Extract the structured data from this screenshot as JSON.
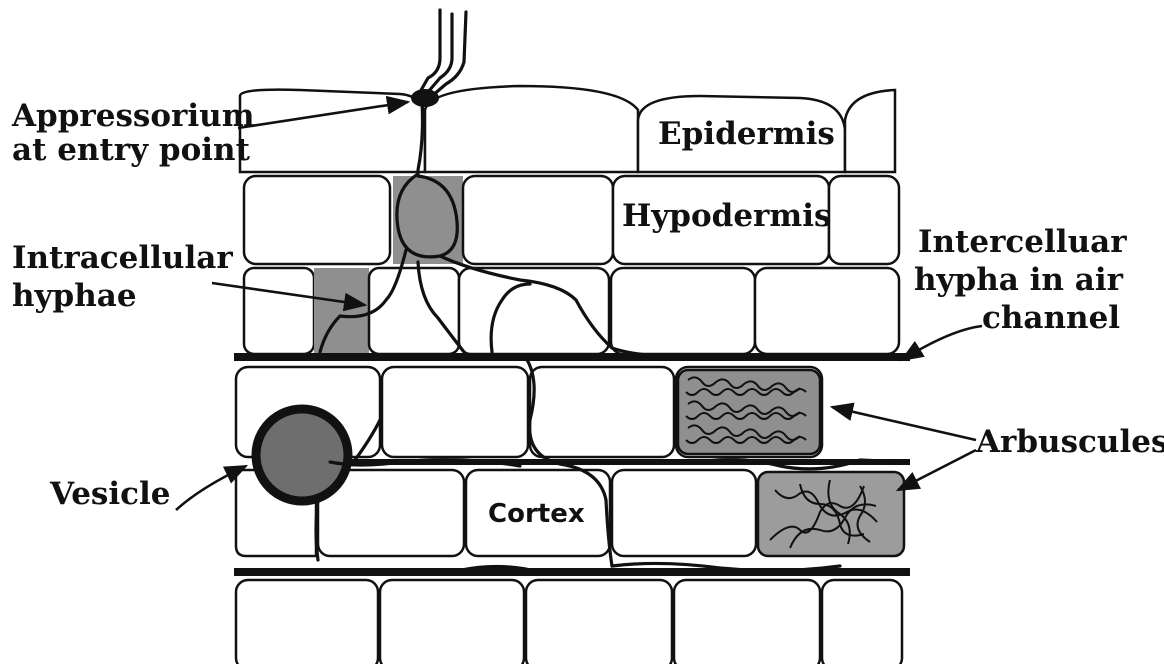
{
  "labels": {
    "appressorium_line1": "Appressorium",
    "appressorium_line2": "at entry point",
    "epidermis": "Epidermis",
    "hypodermis": "Hypodermis",
    "intracellular_line1": "Intracellular",
    "intracellular_line2": "hyphae",
    "intercellular_line1": "Intercelluar",
    "intercellular_line2": "hypha in air",
    "intercellular_line3": "channel",
    "arbuscules": "Arbuscules",
    "vesicle": "Vesicle",
    "cortex": "Cortex"
  },
  "colors": {
    "outline": "#111111",
    "fungal_fill": "#8f8f8f",
    "vesicle_fill": "#6e6e6e",
    "background": "#ffffff"
  }
}
